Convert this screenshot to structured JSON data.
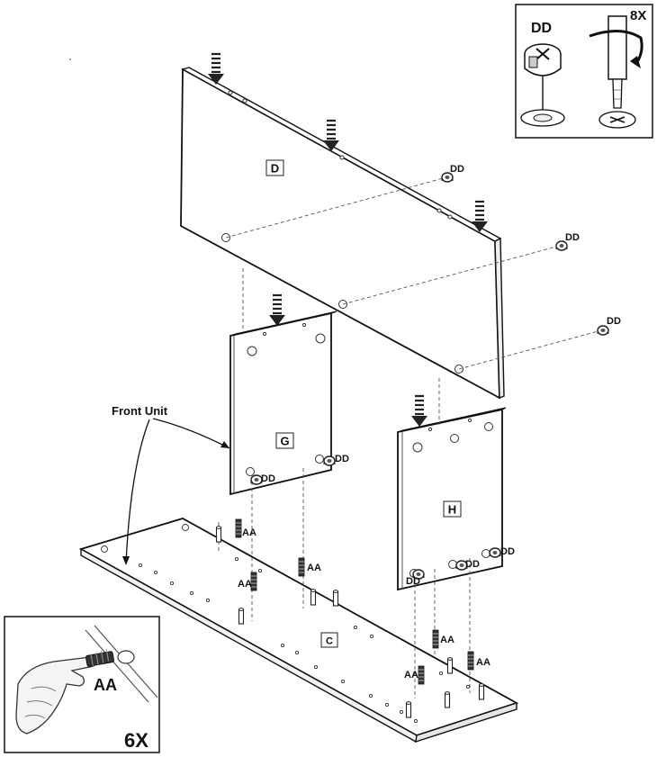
{
  "labels": {
    "panel_top": "D",
    "panel_left": "G",
    "panel_right": "H",
    "panel_base": "C",
    "front_unit": "Front Unit",
    "cam_lock": "DD",
    "dowel": "AA"
  },
  "insets": {
    "cam_inset": {
      "part": "DD",
      "count": "8X"
    },
    "dowel_inset": {
      "part": "AA",
      "count": "6X"
    }
  },
  "dd_callouts": [
    "DD",
    "DD",
    "DD",
    "DD",
    "DD",
    "DD",
    "DD"
  ],
  "aa_callouts": [
    "AA",
    "AA",
    "AA",
    "AA",
    "AA",
    "AA"
  ]
}
